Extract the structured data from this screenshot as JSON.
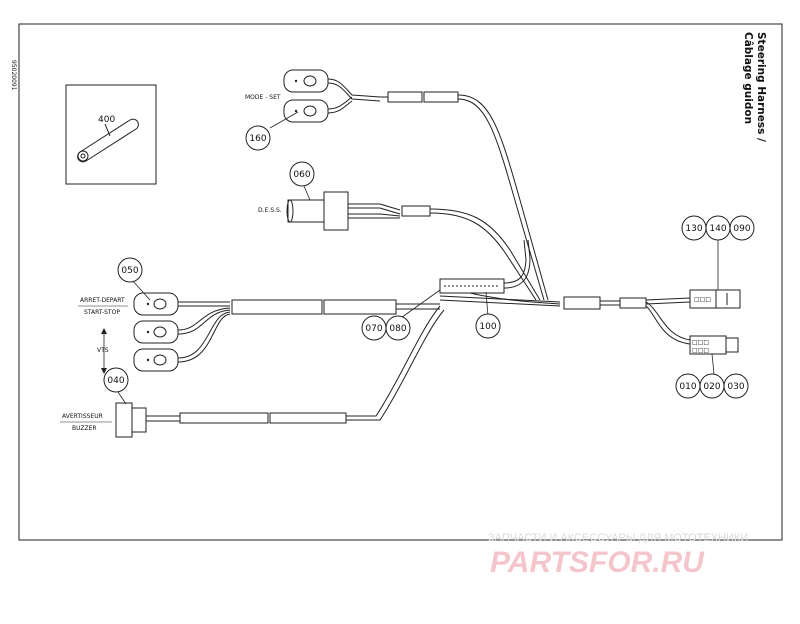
{
  "title_line1": "Steering Harness /",
  "title_line2": "Câblage guidon",
  "side_code": "95020091",
  "labels": {
    "mode_set": "MODE - SET",
    "dess": "D.E.S.S.",
    "arret_depart": "ARRET-DEPART",
    "start_stop": "START-STOP",
    "vts": "VTS",
    "avertisseur": "AVERTISSEUR",
    "buzzer": "BUZZER",
    "item_400": "400"
  },
  "callouts": {
    "c160": "160",
    "c060": "060",
    "c050": "050",
    "c040": "040",
    "c070": "070",
    "c080": "080",
    "c100": "100",
    "c130": "130",
    "c140": "140",
    "c090": "090",
    "c010": "010",
    "c020": "020",
    "c030": "030"
  },
  "watermark": {
    "tagline": "ЗАПЧАСТИ И АКСЕССУАРЫ ДЛЯ МОТОТЕХНИКИ",
    "brand": "PARTSFOR.RU"
  },
  "colors": {
    "line": "#222222",
    "watermark_brand": "#f4c6cc",
    "watermark_tagline": "#d9d9d9"
  }
}
